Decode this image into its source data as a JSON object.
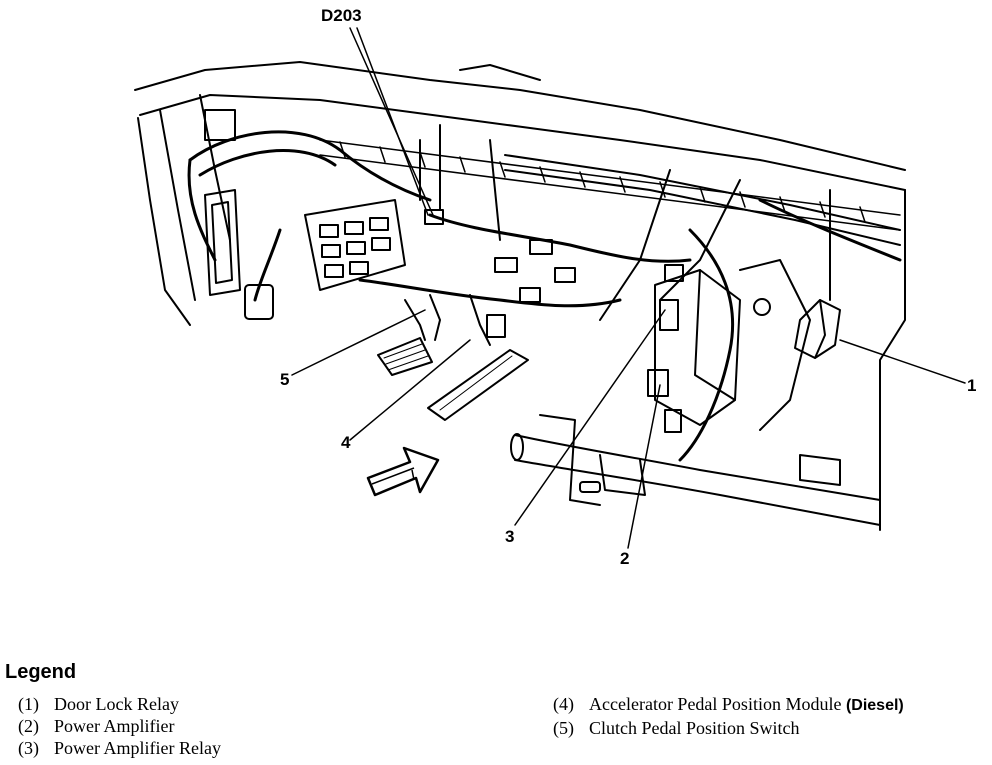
{
  "callouts": {
    "d203": "D203",
    "c1": "1",
    "c2": "2",
    "c3": "3",
    "c4": "4",
    "c5": "5"
  },
  "legend": {
    "title": "Legend",
    "items": [
      {
        "num": "(1)",
        "text": "Door Lock Relay",
        "note": ""
      },
      {
        "num": "(2)",
        "text": "Power Amplifier",
        "note": ""
      },
      {
        "num": "(3)",
        "text": "Power Amplifier Relay",
        "note": ""
      },
      {
        "num": "(4)",
        "text": "Accelerator Pedal Position Module",
        "note": "(Diesel)"
      },
      {
        "num": "(5)",
        "text": "Clutch Pedal Position Switch",
        "note": ""
      }
    ]
  }
}
